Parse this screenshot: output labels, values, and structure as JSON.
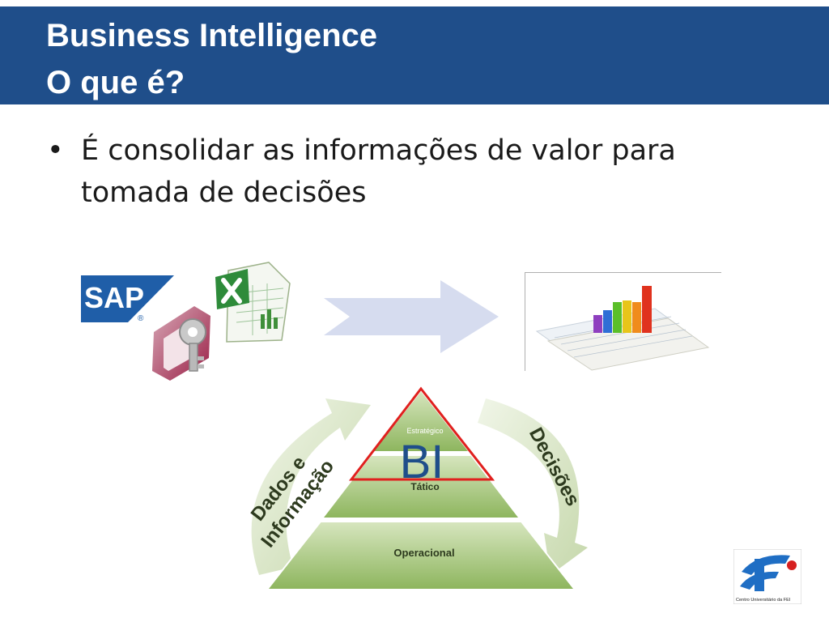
{
  "header": {
    "title_line1": "Business Intelligence",
    "title_line2": "O que é?"
  },
  "content": {
    "bullet_symbol": "•",
    "bullet_text": "É consolidar as informações de valor para tomada de decisões"
  },
  "logos": {
    "sap": "SAP",
    "sap_registered": "®",
    "fei_caption": "Centro Universitário da FEI",
    "fei_letters": "FEI"
  },
  "icons": {
    "access": "access-key-icon",
    "excel": "excel-icon",
    "arrow": "right-arrow-icon",
    "report": "bar-chart-report-icon"
  },
  "diagram": {
    "left_label_line1": "Dados e",
    "left_label_line2": "Informação",
    "right_label": "Decisões",
    "level_top": "Estratégico",
    "level_middle": "Tático",
    "level_bottom": "Operacional",
    "bi_label": "BI"
  },
  "colors": {
    "header_bg": "#1f4e8a",
    "pyramid_green": "#9cc06a",
    "bi_triangle": "#e0201e",
    "bi_text": "#1f4e8a",
    "arrow_fill": "#d6dcef"
  }
}
